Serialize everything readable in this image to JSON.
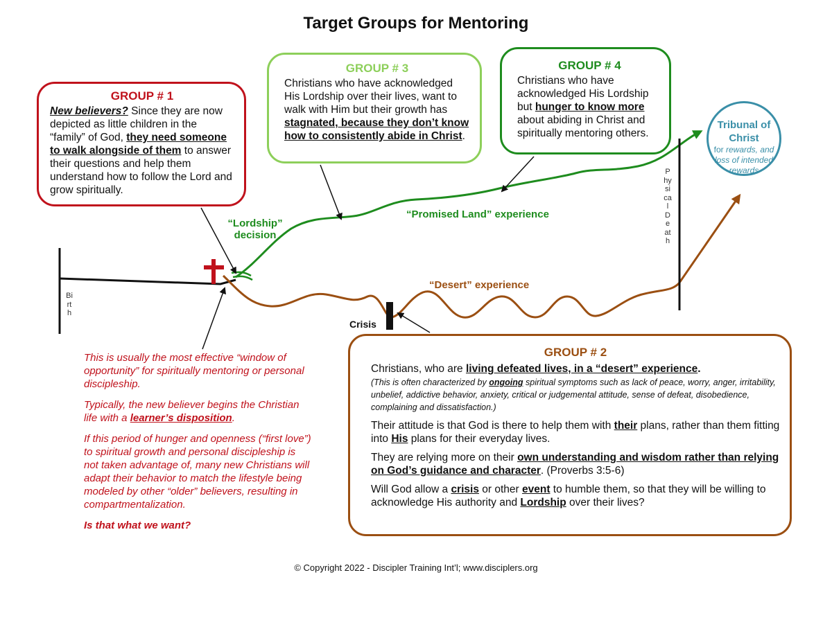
{
  "title": "Target Groups for Mentoring",
  "colors": {
    "group1": "#c0121c",
    "group2": "#9b4f12",
    "group3": "#8dcf5a",
    "group4": "#1e8c1e",
    "tribunal": "#3a8fa8"
  },
  "group1": {
    "heading": "GROUP # 1",
    "t1": "New believers?",
    "t2": "  Since they are now depicted as little children in the “family” of God, ",
    "t3": "they need someone to walk alongside of them",
    "t4": " to answer their questions and help them understand how to follow the Lord and grow spiritually."
  },
  "group3": {
    "heading": "GROUP # 3",
    "t1": "Christians who have acknowledged His Lordship over their lives, want to walk with Him but their growth has ",
    "t2": "stagnated, because they don’t know how to consistently abide in Christ",
    "t3": "."
  },
  "group4": {
    "heading": "GROUP # 4",
    "t1": "Christians who have acknowledged His Lordship but ",
    "t2": "hunger to know more",
    "t3": " about abiding in Christ and spiritually mentoring others."
  },
  "group2": {
    "heading": "GROUP # 2",
    "p1a": "Christians, who are ",
    "p1b": "living defeated lives, in a “desert” experience",
    "p1c": ".",
    "n1": "(This is often characterized by ",
    "n2": "ongoing",
    "n3": " spiritual symptoms such as lack of peace, worry, anger, irritability, unbelief, addictive behavior, anxiety, critical or judgemental attitude, sense of defeat, disobedience, complaining and dissatisfaction.)",
    "p2a": "Their attitude is that God is there to help them with ",
    "p2b": "their",
    "p2c": " plans, rather than them fitting into ",
    "p2d": "His",
    "p2e": " plans for their everyday lives.",
    "p3a": "They are relying more on their ",
    "p3b": "own understanding and wisdom rather than relying on God’s guidance and character",
    "p3c": ". (Proverbs 3:5-6)",
    "p4a": "Will God allow a ",
    "p4b": "crisis",
    "p4c": " or other ",
    "p4d": "event",
    "p4e": " to humble them, so that they will be willing to acknowledge His authority and ",
    "p4f": "Lordship",
    "p4g": " over their lives?"
  },
  "tribunal": {
    "t1": "Tribunal of",
    "t2": "Christ",
    "s1": "for",
    "s2": " rewards, and loss of intended rewards"
  },
  "labels": {
    "lordship1": "“Lordship”",
    "lordship2": "decision",
    "promised": "“Promised Land” experience",
    "desert": "“Desert” experience",
    "crisis": "Crisis",
    "birth": "Birth",
    "death": "Physical Death"
  },
  "red": {
    "p1": "This is usually the most effective “window of opportunity” for spiritually mentoring or personal discipleship.",
    "p2a": "Typically, the new believer begins the Christian life with a ",
    "p2b": "learner’s disposition",
    "p2c": ".",
    "p3": "If this period of hunger and openness (“first love”) to spiritual growth and personal discipleship is not taken advantage of, many new Christians will adapt their behavior to match the lifestyle being modeled by other “older” believers, resulting in compartmentalization.",
    "p4": "Is that what we want?"
  },
  "footer": "© Copyright 2022 - Discipler Training Int’l;  www.disciplers.org"
}
